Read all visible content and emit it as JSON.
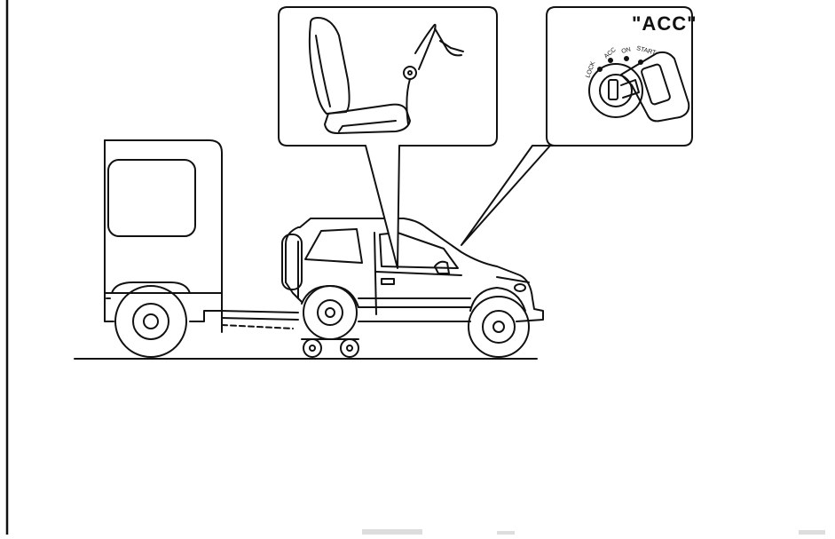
{
  "ignition_callout": {
    "label": "\"ACC\"",
    "switch_positions": [
      "LOCK",
      "ACC",
      "ON",
      "START"
    ]
  }
}
